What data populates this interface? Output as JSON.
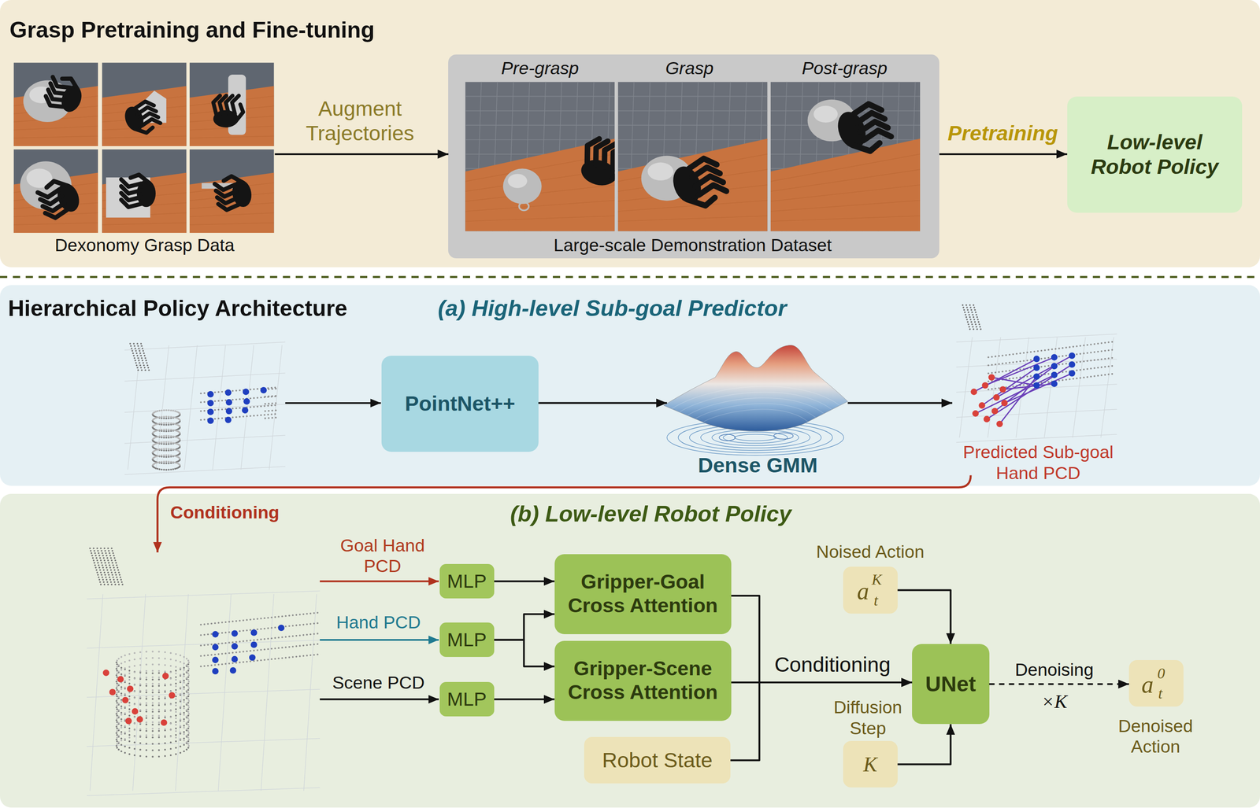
{
  "diagram": {
    "nodes": [
      {
        "text": [
          "Grasp Pretraining and Fine-tuning"
        ]
      },
      {
        "text": [
          "Dexonomy Grasp Data"
        ],
        "in": 0
      },
      {
        "text": [
          "Pre-grasp",
          "Grasp",
          "Post-grasp",
          "Large-scale Demonstration Dataset"
        ],
        "in": 0
      },
      {
        "text": [
          "Low-level Robot Policy"
        ],
        "in": 0
      },
      {
        "text": [
          "Hierarchical Policy Architecture",
          "(a) High-level Sub-goal Predictor"
        ]
      },
      {
        "text": [
          "PointNet++"
        ],
        "in": 4
      },
      {
        "text": [
          "Dense GMM"
        ],
        "in": 4
      },
      {
        "text": [
          "Predicted Sub-goal Hand PCD"
        ],
        "in": 4
      },
      {
        "text": [
          "(b) Low-level Robot Policy"
        ]
      },
      {
        "text": [
          "MLP"
        ],
        "in": 8
      },
      {
        "text": [
          "MLP"
        ],
        "in": 8
      },
      {
        "text": [
          "MLP"
        ],
        "in": 8
      },
      {
        "text": [
          "Gripper-Goal Cross Attention"
        ],
        "in": 8
      },
      {
        "text": [
          "Gripper-Scene Cross Attention"
        ],
        "in": 8
      },
      {
        "text": [
          "Robot State"
        ],
        "in": 8
      },
      {
        "text": [
          "Noised Action",
          "a",
          "t",
          "K"
        ],
        "in": 8
      },
      {
        "text": [
          "UNet"
        ],
        "in": 8
      },
      {
        "text": [
          "Diffusion Step",
          "K"
        ],
        "in": 8
      },
      {
        "text": [
          "a",
          "t",
          "0",
          "Denoised Action"
        ],
        "in": 8
      }
    ],
    "edges": [
      {
        "from": 1,
        "to": 2,
        "label": "Augment Trajectories",
        "arrow": "to"
      },
      {
        "from": 2,
        "to": 3,
        "label": "Pretraining",
        "arrow": "to"
      },
      {
        "from": 5,
        "to": 6,
        "arrow": "to"
      },
      {
        "from": 6,
        "to": 7,
        "arrow": "to"
      },
      {
        "from": 9,
        "to": 12,
        "arrow": "to"
      },
      {
        "from": 10,
        "to": 12,
        "arrow": "to"
      },
      {
        "from": 10,
        "to": 13,
        "arrow": "to"
      },
      {
        "from": 11,
        "to": 13,
        "arrow": "to"
      },
      {
        "from": 12,
        "to": 16,
        "arrow": "to"
      },
      {
        "from": 13,
        "to": 16,
        "label": "Conditioning",
        "arrow": "to"
      },
      {
        "from": 14,
        "to": 16,
        "arrow": "to"
      },
      {
        "from": 15,
        "to": 16,
        "arrow": "to"
      },
      {
        "from": 17,
        "to": 16,
        "arrow": "to"
      },
      {
        "from": 16,
        "to": 18,
        "label": "Denoising",
        "arrow": "to"
      }
    ],
    "labels": [
      "Goal Hand PCD",
      "Hand PCD",
      "Scene PCD",
      "Conditioning",
      "×K"
    ]
  }
}
